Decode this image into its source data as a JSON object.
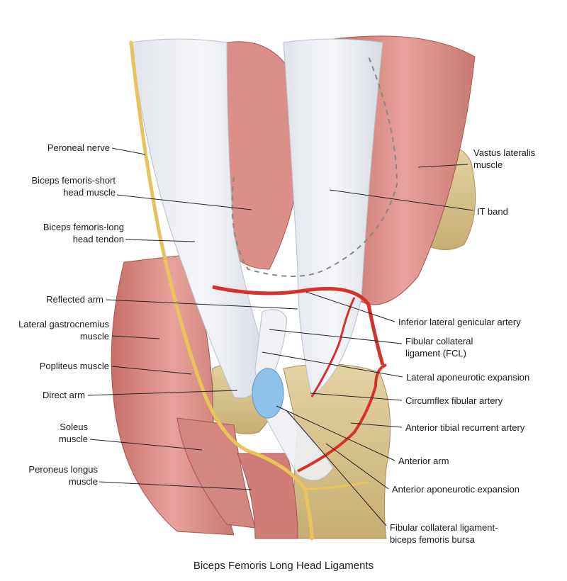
{
  "caption": "Biceps Femoris Long Head Ligaments",
  "colors": {
    "muscle": "#d98c86",
    "muscle_dark": "#b9605a",
    "tendon": "#e9ecf1",
    "bone": "#d8c38f",
    "nerve": "#e8c25a",
    "artery": "#d6322c",
    "bursa": "#8ec1ea"
  },
  "labels": {
    "peroneal_nerve": "Peroneal nerve",
    "biceps_short": "Biceps femoris-short\nhead muscle",
    "biceps_long_tendon": "Biceps femoris-long\nhead tendon",
    "reflected_arm": "Reflected arm",
    "lateral_gastrocnemius": "Lateral gastrocnemius\nmuscle",
    "popliteus": "Popliteus muscle",
    "direct_arm": "Direct arm",
    "soleus": "Soleus\nmuscle",
    "peroneus_longus": "Peroneus longus\nmuscle",
    "vastus_lateralis": "Vastus lateralis\nmuscle",
    "it_band": "IT band",
    "inferior_lateral_genicular": "Inferior lateral genicular artery",
    "fcl": "Fibular collateral\nligament (FCL)",
    "lateral_aponeurotic": "Lateral aponeurotic expansion",
    "circumflex_fibular": "Circumflex fibular artery",
    "anterior_tibial_recurrent": "Anterior tibial recurrent artery",
    "anterior_arm": "Anterior arm",
    "anterior_aponeurotic": "Anterior aponeurotic expansion",
    "fcl_bursa": "Fibular collateral ligament-\nbiceps femoris bursa"
  }
}
